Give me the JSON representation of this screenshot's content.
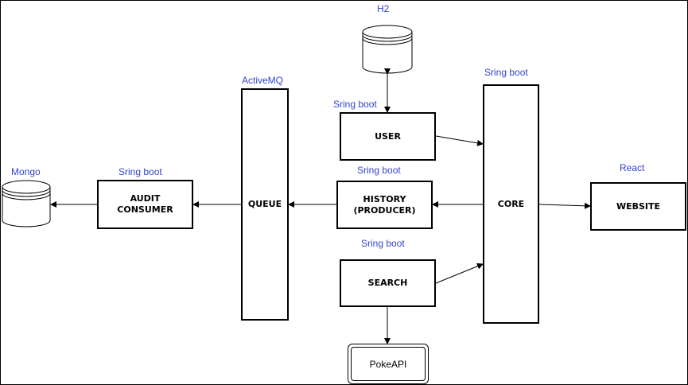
{
  "labels": {
    "h2": "H2",
    "activemq": "ActiveMQ",
    "sring_boot_user": "Sring boot",
    "sring_boot_core": "Sring boot",
    "sring_boot_audit": "Sring boot",
    "sring_boot_history": "Sring boot",
    "sring_boot_search": "Sring boot",
    "mongo": "Mongo",
    "react": "React"
  },
  "nodes": {
    "user": "USER",
    "history": "HISTORY\n(PRODUCER)",
    "search": "SEARCH",
    "queue": "QUEUE",
    "audit_consumer": "AUDIT\nCONSUMER",
    "core": "CORE",
    "website": "WEBSITE",
    "pokeapi": "PokeAPI"
  },
  "colors": {
    "label": "#3344cc",
    "stroke": "#000000",
    "background": "#ffffff"
  }
}
